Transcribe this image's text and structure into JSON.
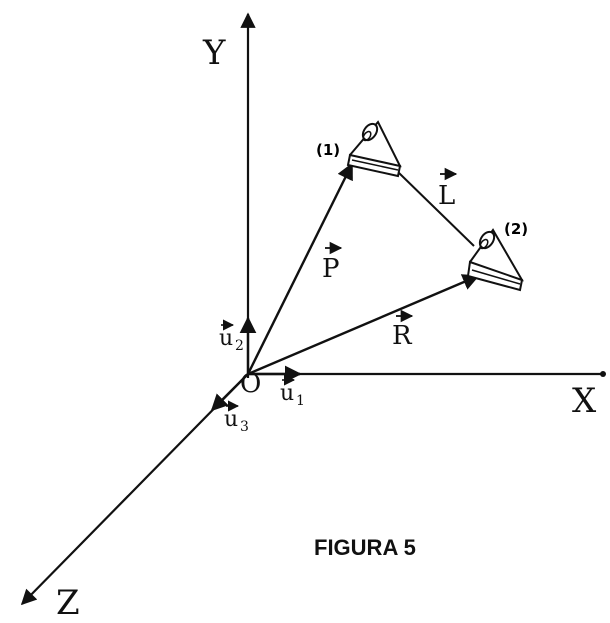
{
  "axes": {
    "x": "X",
    "y": "Y",
    "z": "Z",
    "origin": "O"
  },
  "vectors": {
    "p": "P",
    "r": "R",
    "l": "L"
  },
  "units": {
    "u1": "u",
    "u1_sub": "1",
    "u2": "u",
    "u2_sub": "2",
    "u3": "u",
    "u3_sub": "3"
  },
  "points": {
    "p1": "(1)",
    "p2": "(2)"
  },
  "caption": "FIGURA 5"
}
